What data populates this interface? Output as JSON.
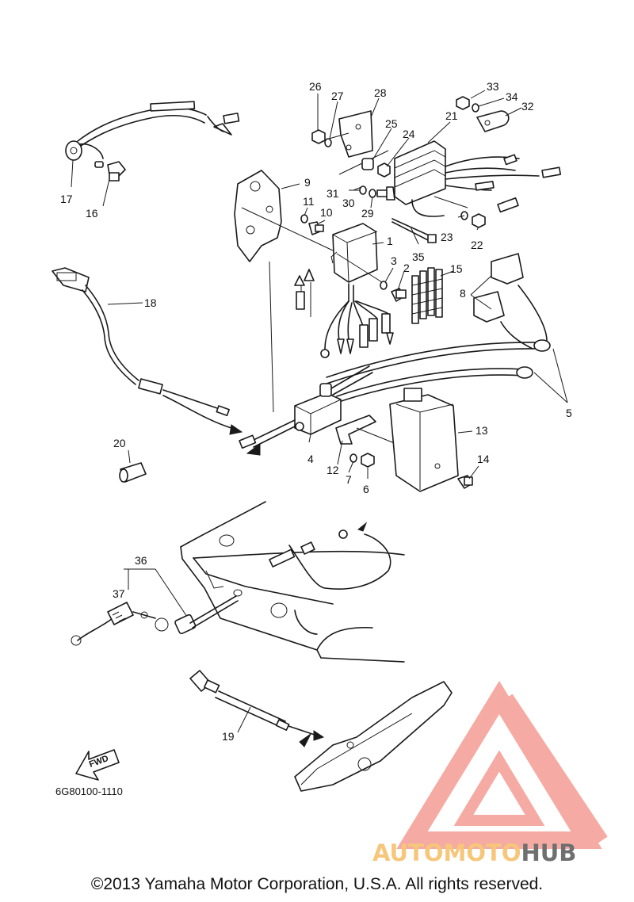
{
  "callouts": [
    "1",
    "2",
    "3",
    "4",
    "5",
    "6",
    "7",
    "8",
    "9",
    "10",
    "11",
    "12",
    "13",
    "14",
    "15",
    "16",
    "17",
    "18",
    "19",
    "20",
    "21",
    "22",
    "23",
    "24",
    "25",
    "26",
    "27",
    "28",
    "29",
    "30",
    "31",
    "32",
    "33",
    "34",
    "35",
    "36",
    "37"
  ],
  "part_code": "6G80100-1110",
  "fwd_label": "FWD",
  "copyright": "©2013 Yamaha Motor Corporation, U.S.A. All rights reserved.",
  "watermark": {
    "part1": "AUTOMOTO",
    "part2": "HUB",
    "color_main": "#f4a29a",
    "color_accent": "#f6c67a",
    "color_hub": "#6f6f6f"
  }
}
